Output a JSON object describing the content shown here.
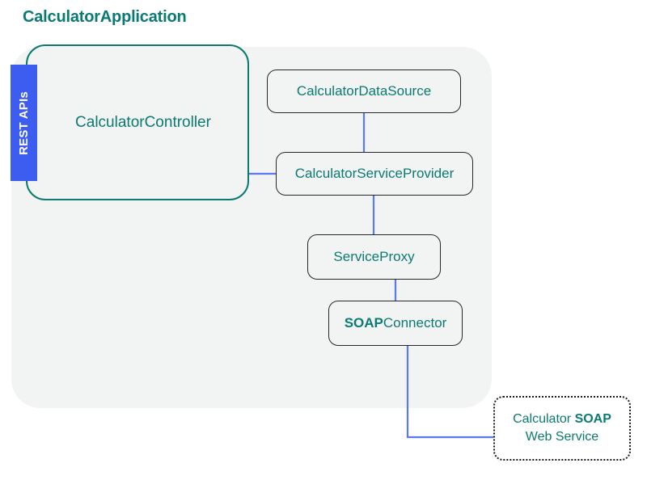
{
  "diagram": {
    "title": "CalculatorApplication",
    "type": "architecture-block-diagram"
  },
  "colors": {
    "accent_teal": "#0b7a72",
    "tag_blue": "#3d5cf0",
    "connector_blue": "#5a78f0",
    "panel_grey": "#f2f4f3",
    "node_border": "#25282b",
    "canvas": "#ffffff"
  },
  "app_panel": {
    "name": "CalculatorApplication boundary"
  },
  "rest_tag": {
    "label": "REST APIs",
    "orientation": "vertical"
  },
  "controller_group": {
    "label": "CalculatorController"
  },
  "nodes": [
    {
      "id": "datasource",
      "label": "CalculatorDataSource"
    },
    {
      "id": "serviceprovider",
      "label": "CalculatorServiceProvider"
    },
    {
      "id": "serviceproxy",
      "label": "ServiceProxy"
    },
    {
      "id": "soapconnector",
      "label_bold": "SOAP",
      "label_rest": "Connector"
    }
  ],
  "external": {
    "line1_plain": "Calculator ",
    "line1_bold": "SOAP",
    "line2": "Web Service",
    "style": "dotted-border"
  },
  "connections": [
    {
      "from": "CalculatorController",
      "to": "CalculatorServiceProvider"
    },
    {
      "from": "CalculatorDataSource",
      "to": "CalculatorServiceProvider"
    },
    {
      "from": "CalculatorServiceProvider",
      "to": "ServiceProxy"
    },
    {
      "from": "ServiceProxy",
      "to": "SOAPConnector"
    },
    {
      "from": "SOAPConnector",
      "to": "Calculator SOAP Web Service"
    }
  ]
}
